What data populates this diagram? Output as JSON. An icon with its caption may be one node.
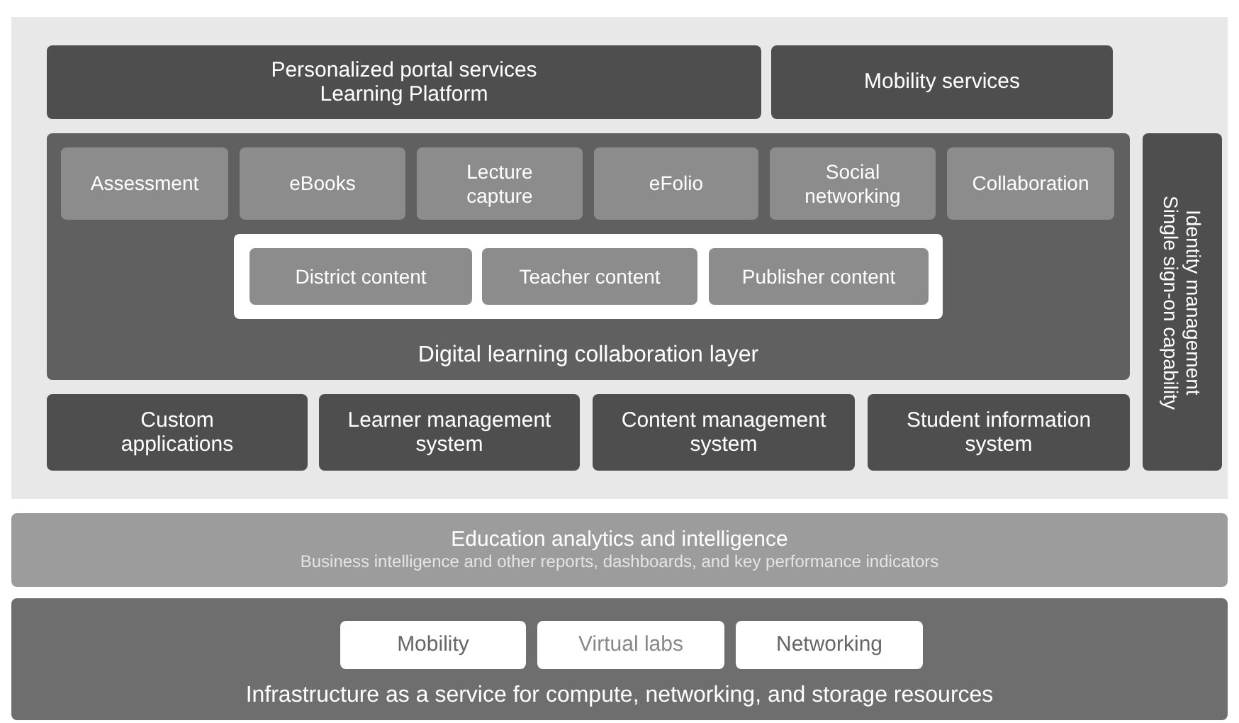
{
  "diagram": {
    "nodes": [
      {
        "text": [
          "Personalized portal services",
          "Learning Platform"
        ]
      },
      {
        "text": [
          "Mobility services"
        ]
      },
      {
        "text": [
          "Digital learning collaboration layer"
        ]
      },
      {
        "text": [
          "Assessment"
        ],
        "in": 2
      },
      {
        "text": [
          "eBooks"
        ],
        "in": 2
      },
      {
        "text": [
          "Lecture capture"
        ],
        "in": 2
      },
      {
        "text": [
          "eFolio"
        ],
        "in": 2
      },
      {
        "text": [
          "Social networking"
        ],
        "in": 2
      },
      {
        "text": [
          "Collaboration"
        ],
        "in": 2
      },
      {
        "text": [],
        "shape": "box",
        "in": 2
      },
      {
        "text": [
          "District content"
        ],
        "in": 9
      },
      {
        "text": [
          "Teacher content"
        ],
        "in": 9
      },
      {
        "text": [
          "Publisher content"
        ],
        "in": 9
      },
      {
        "text": [
          "Identity management",
          "Single sign-on capability"
        ]
      },
      {
        "text": [
          "Custom applications"
        ]
      },
      {
        "text": [
          "Learner management system"
        ]
      },
      {
        "text": [
          "Content management system"
        ]
      },
      {
        "text": [
          "Student information system"
        ]
      },
      {
        "text": [
          "Education analytics and intelligence",
          "Business intelligence and other reports, dashboards, and key performance indicators"
        ]
      },
      {
        "text": [
          "Infrastructure as a service for compute, networking, and storage resources"
        ]
      },
      {
        "text": [
          "Mobility"
        ],
        "in": 19
      },
      {
        "text": [
          "Virtual labs"
        ],
        "in": 19
      },
      {
        "text": [
          "Networking"
        ],
        "in": 19
      }
    ]
  }
}
